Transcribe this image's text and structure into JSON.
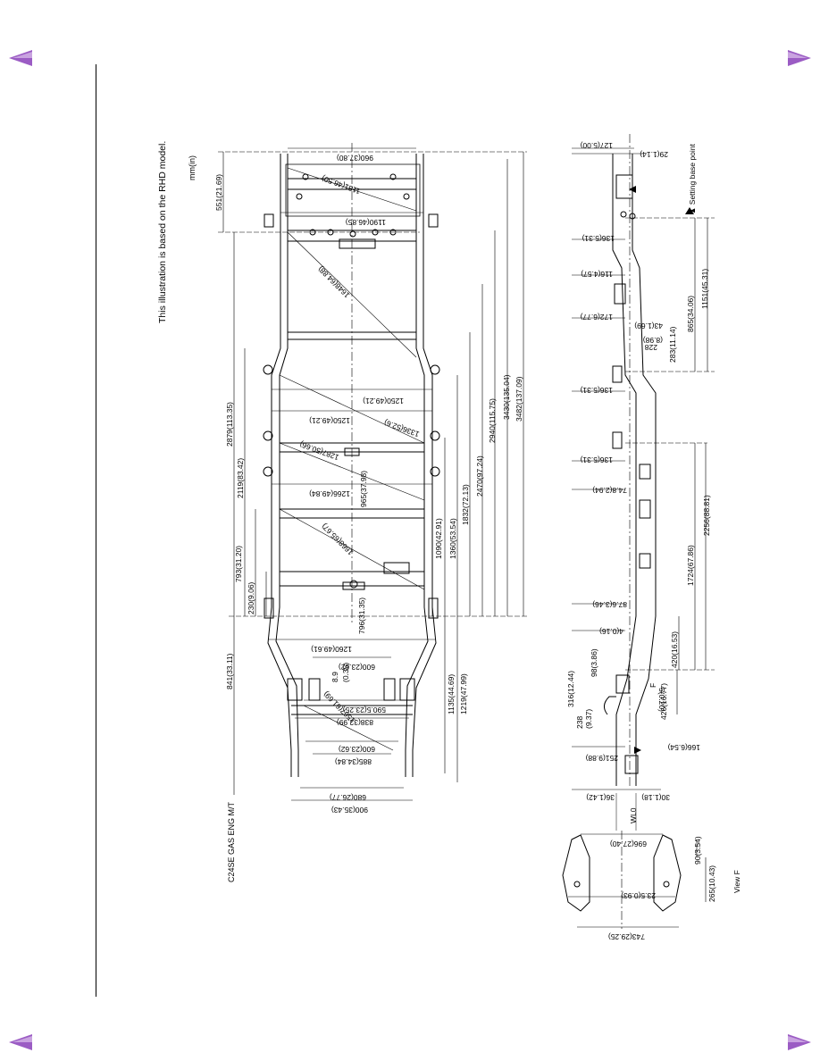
{
  "page": {
    "note": "This illustration is based on the RHD model.",
    "units": "mm(in)",
    "engine_label": "C24SE GAS ENG M/T",
    "setting_base_point": "▲ Setting base point",
    "view_label": "View F",
    "wl_label": "WL0",
    "f_label": "F"
  },
  "nav": {
    "prev_icon": "arrow-left-icon",
    "next_icon": "arrow-right-icon",
    "color": "#9b5cc4"
  },
  "plan_dimensions": {
    "width_top": "960(37.80)",
    "diag_top": "1181(46.50)",
    "width_1190": "1190(46.85)",
    "diag_1648": "1648(64.88)",
    "width_1250a": "1250(49.21)",
    "width_1250b": "1250(49.21)",
    "diag_1336": "1336(52.6)",
    "diag_1287": "1287(50.66)",
    "width_1266": "1266(49.84)",
    "dim_965": "965(37.98)",
    "diag_1668": "1668(65.67)",
    "dim_796": "796(31.35)",
    "width_1260": "1260(49.61)",
    "width_600a": "600(23.62)",
    "dim_89": "8.9",
    "dim_035": "(0.35)",
    "width_5905": "590.5(23.25)",
    "width_838": "838(32.99)",
    "diag_1567": "1567(61.69)",
    "width_600b": "600(23.62)",
    "width_885": "885(34.84)",
    "width_680": "680(26.77)",
    "width_900": "900(35.43)",
    "left_551": "551(21.69)",
    "left_2879": "2879(113.35)",
    "left_2119": "2119(83.42)",
    "left_793": "793(31.20)",
    "left_230": "230(9.06)",
    "left_841": "841(33.11)",
    "right_1090": "1090(42.91)",
    "right_1360": "1360(53.54)",
    "right_1832": "1832(72.13)",
    "right_2470": "2470(97.24)",
    "right_2940": "2940(115.75)",
    "right_3430": "3430(135.04)",
    "right_3482": "3482(137.09)",
    "right_1135": "1135(44.69)",
    "right_1219": "1219(47.99)"
  },
  "side_dimensions": {
    "top_127": "127(5.00)",
    "top_29": "29(1.14)",
    "h_136a": "136(5.31)",
    "h_116": "116(4.57)",
    "h_172": "172(6.77)",
    "h_43": "43(1.69)",
    "h_228": "228",
    "h_228b": "(8.98)",
    "h_283": "283(11.14)",
    "h_136b": "136(5.31)",
    "h_136c": "136(5.31)",
    "h_748": "74.8(2.94)",
    "h_876": "87.6(3.46)",
    "h_4": "4(0.16)",
    "h_98": "98(3.86)",
    "h_316": "316(12.44)",
    "h_238": "238",
    "h_238b": "(9.37)",
    "h_5": "5(0.20)",
    "h_166": "166(6.54)",
    "h_251": "251(9.88)",
    "h_36": "36(1.42)",
    "h_30": "30(1.18)",
    "l_865": "865(34.06)",
    "l_1151": "1151(45.31)",
    "l_2256": "2256(88.81)",
    "l_1724": "1724(67.86)",
    "l_420": "420(16.53)",
    "l_426": "426(16.77)"
  },
  "view_f_dimensions": {
    "w_696": "696(27.40)",
    "h_90": "90(3.54)",
    "w_235": "23.5(0.93)",
    "h_265": "265(10.43)",
    "w_743": "743(29.25)"
  }
}
